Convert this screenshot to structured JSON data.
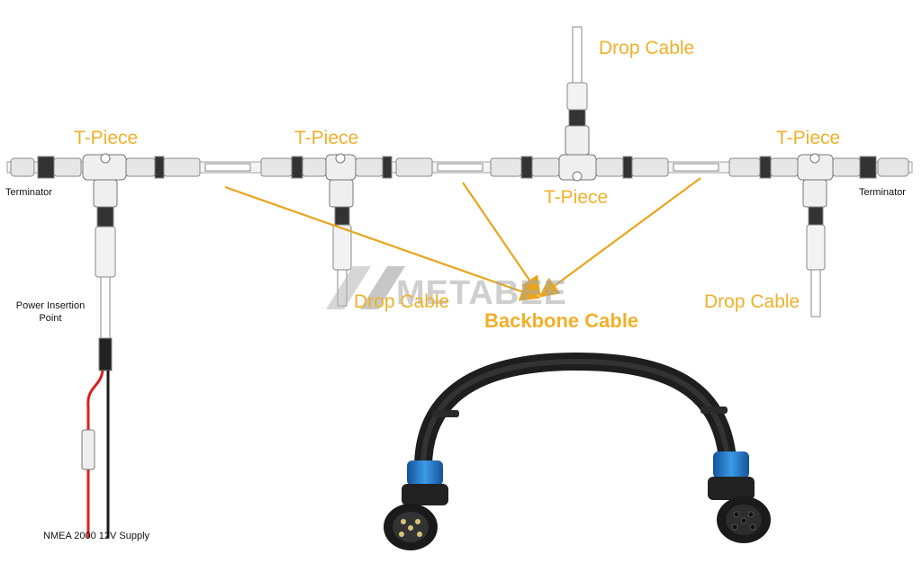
{
  "labels": {
    "drop_cable_top": "Drop Cable",
    "t_piece_1": "T-Piece",
    "t_piece_2": "T-Piece",
    "t_piece_3": "T-Piece",
    "t_piece_4": "T-Piece",
    "terminator_left": "Terminator",
    "terminator_right": "Terminator",
    "drop_cable_1": "Drop Cable",
    "drop_cable_2": "Drop Cable",
    "backbone_cable": "Backbone Cable",
    "power_insertion_line1": "Power Insertion",
    "power_insertion_line2": "Point",
    "nmea_supply": "NMEA 2000 12V Supply"
  },
  "watermark": "METABEE",
  "colors": {
    "label_orange": "#f0b02a",
    "arrow_orange": "#e8a51d",
    "connector_blue": "#1f78c8",
    "cable_black": "#262626",
    "wire_red": "#d9201f"
  }
}
